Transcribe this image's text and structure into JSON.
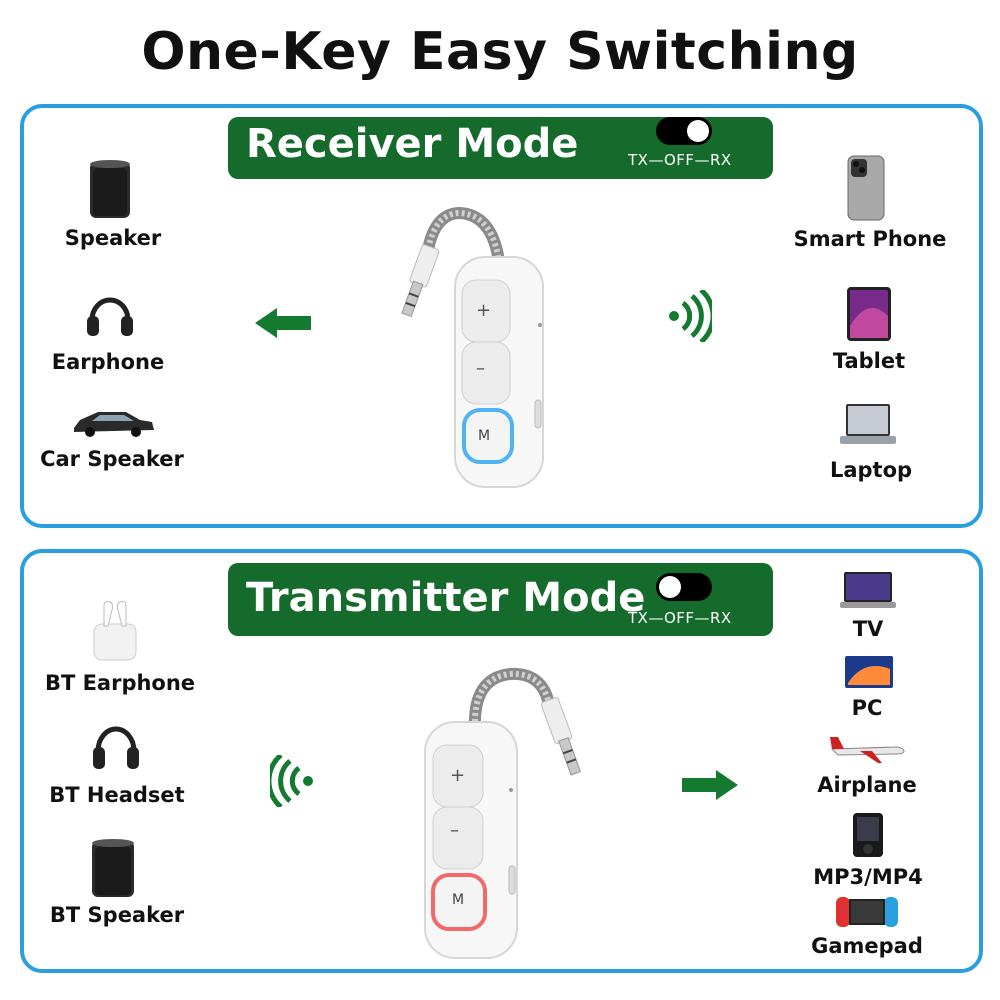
{
  "title": "One-Key Easy Switching",
  "receiver": {
    "mode_title": "Receiver Mode",
    "switch_label": "TX—OFF—RX",
    "left": [
      "Speaker",
      "Earphone",
      "Car Speaker"
    ],
    "right": [
      "Smart Phone",
      "Tablet",
      "Laptop"
    ],
    "buttons": {
      "plus": "+",
      "minus": "–",
      "mode": "M"
    },
    "led_color": "#4fb4f2"
  },
  "transmitter": {
    "mode_title": "Transmitter Mode",
    "switch_label": "TX—OFF—RX",
    "left": [
      "BT Earphone",
      "BT Headset",
      "BT Speaker"
    ],
    "right": [
      "TV",
      "PC",
      "Airplane",
      "MP3/MP4",
      "Gamepad"
    ],
    "buttons": {
      "plus": "+",
      "minus": "–",
      "mode": "M"
    },
    "led_color": "#f06a6a"
  },
  "colors": {
    "frame": "#2a9ee0",
    "banner": "#146b2c",
    "arrow": "#137a2f"
  },
  "icons": [
    "speaker-icon",
    "headphones-icon",
    "car-icon",
    "smartphone-icon",
    "tablet-icon",
    "laptop-icon",
    "earbuds-icon",
    "tv-icon",
    "pc-icon",
    "airplane-icon",
    "mp3-player-icon",
    "game-console-icon",
    "wireless-signal-icon",
    "arrow-icon"
  ]
}
